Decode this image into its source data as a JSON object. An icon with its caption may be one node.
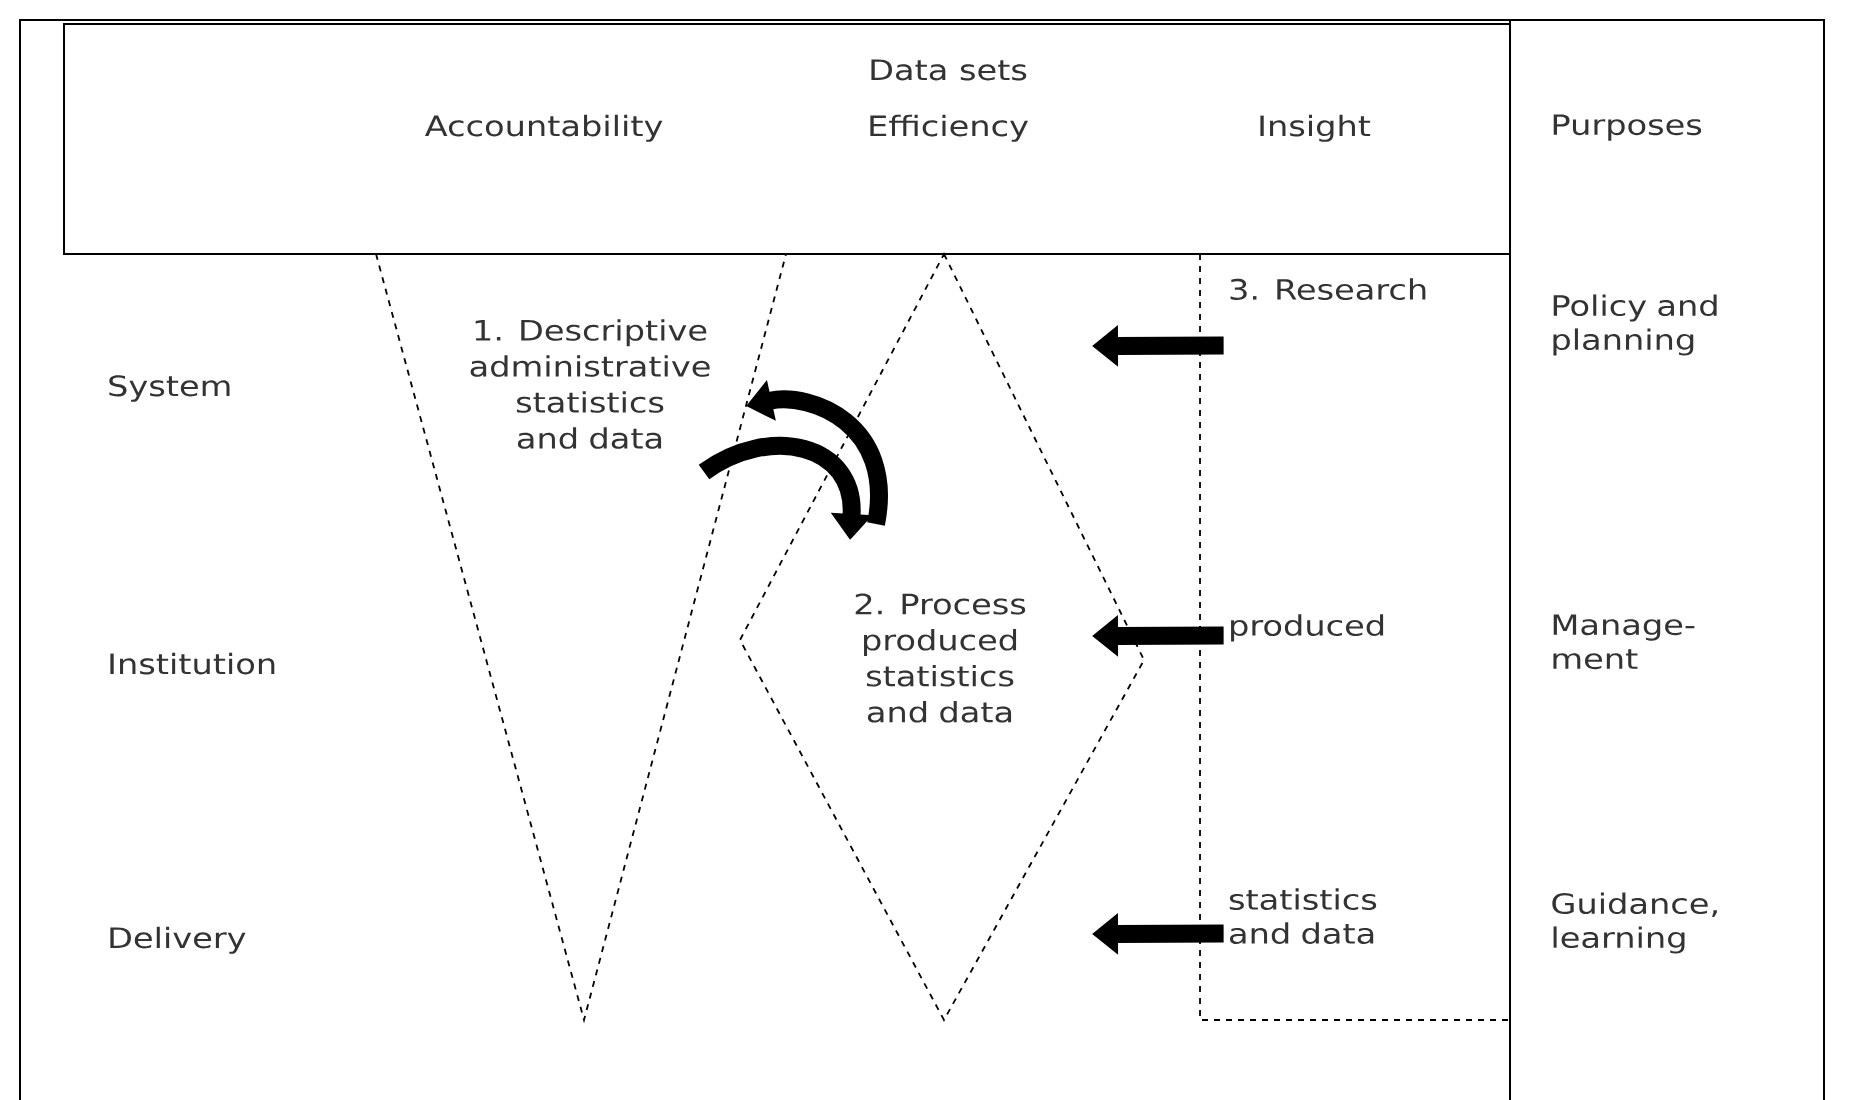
{
  "diagram": {
    "nodes": [
      {
        "text": [
          "Data sets",
          "Accountability",
          "Efficiency",
          "Insight"
        ]
      },
      {
        "text": [
          "Purposes",
          "Policy and planning",
          "Manage- ment",
          "Guidance, learning"
        ]
      },
      {
        "text": [
          "1. Descriptive administrative statistics and data"
        ]
      },
      {
        "text": [
          "2. Process produced statistics and data"
        ]
      },
      {
        "text": [],
        "shape": "box"
      },
      {
        "text": [
          "3. Research"
        ],
        "in": 4
      },
      {
        "text": [
          "produced"
        ],
        "in": 4
      },
      {
        "text": [
          "statistics and data"
        ],
        "in": 4
      }
    ],
    "edges": [
      {
        "from": 3,
        "to": 2,
        "arrow": "to"
      },
      {
        "from": 2,
        "to": 3,
        "arrow": "to"
      },
      {
        "from": 5,
        "to": null,
        "arrow": "to"
      },
      {
        "from": 6,
        "to": 3,
        "arrow": "to"
      },
      {
        "from": 7,
        "to": null,
        "arrow": "to"
      }
    ],
    "labels": [
      "System",
      "Institution",
      "Delivery"
    ]
  }
}
